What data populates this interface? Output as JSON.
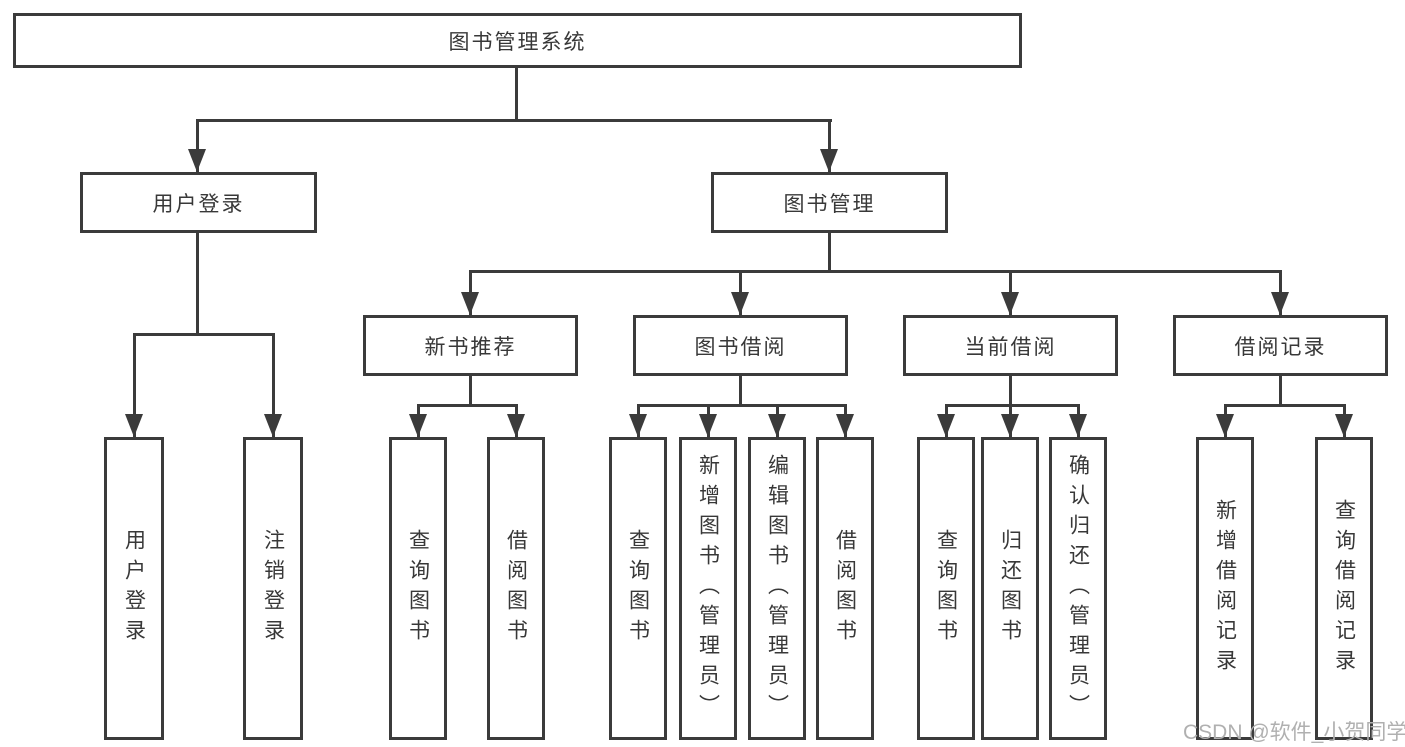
{
  "tree": {
    "label": "图书管理系统",
    "children": [
      {
        "label": "用户登录",
        "children": [
          {
            "label": "用户登录"
          },
          {
            "label": "注销登录"
          }
        ]
      },
      {
        "label": "图书管理",
        "children": [
          {
            "label": "新书推荐",
            "children": [
              {
                "label": "查询图书"
              },
              {
                "label": "借阅图书"
              }
            ]
          },
          {
            "label": "图书借阅",
            "children": [
              {
                "label": "查询图书"
              },
              {
                "label": "新增图书（管理员）"
              },
              {
                "label": "编辑图书（管理员）"
              },
              {
                "label": "借阅图书"
              }
            ]
          },
          {
            "label": "当前借阅",
            "children": [
              {
                "label": "查询图书"
              },
              {
                "label": "归还图书"
              },
              {
                "label": "确认归还（管理员）"
              }
            ]
          },
          {
            "label": "借阅记录",
            "children": [
              {
                "label": "新增借阅记录"
              },
              {
                "label": "查询借阅记录"
              }
            ]
          }
        ]
      }
    ]
  },
  "watermark": {
    "text": "CSDN @软件_小贺同学"
  },
  "colors": {
    "line": "#3b3b3b",
    "text": "#383838",
    "watermark": "#b0b0b0",
    "background": "#ffffff"
  }
}
